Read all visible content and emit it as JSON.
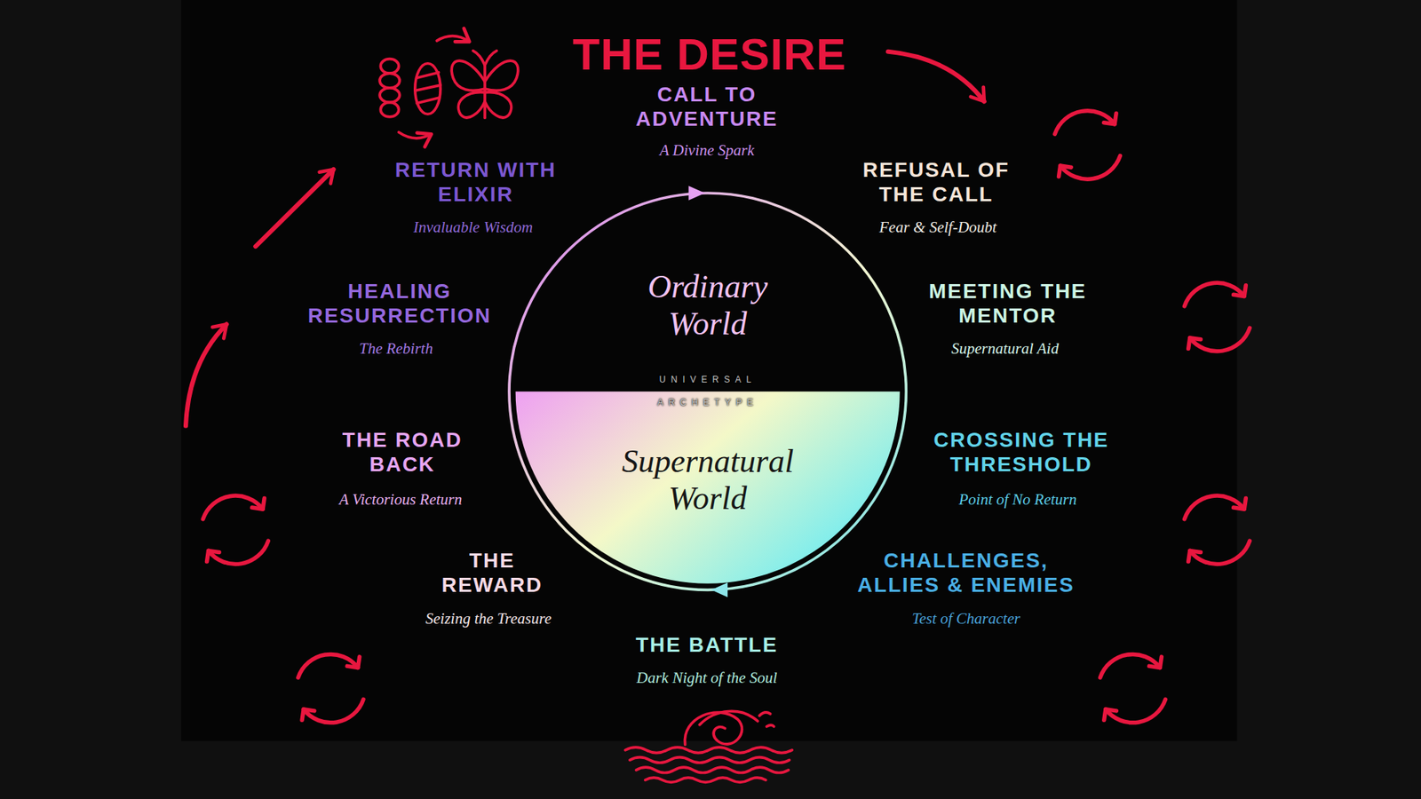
{
  "diagram": {
    "title": "THE DESIRE",
    "nodes": [
      {
        "text": [
          "Ordinary World",
          "UNIVERSAL ARCHETYPE",
          "Supernatural World"
        ]
      }
    ],
    "labels": [
      "CALL TO ADVENTURE",
      "A Divine Spark",
      "RETURN WITH ELIXIR",
      "Invaluable Wisdom",
      "REFUSAL OF THE CALL",
      "Fear & Self-Doubt",
      "HEALING RESURRECTION",
      "The Rebirth",
      "MEETING THE MENTOR",
      "Supernatural Aid",
      "THE ROAD BACK",
      "A Victorious Return",
      "CROSSING THE THRESHOLD",
      "Point of No Return",
      "THE REWARD",
      "Seizing the Treasure",
      "CHALLENGES, ALLIES & ENEMIES",
      "Test of Character",
      "THE BATTLE",
      "Dark Night of the Soul"
    ]
  }
}
